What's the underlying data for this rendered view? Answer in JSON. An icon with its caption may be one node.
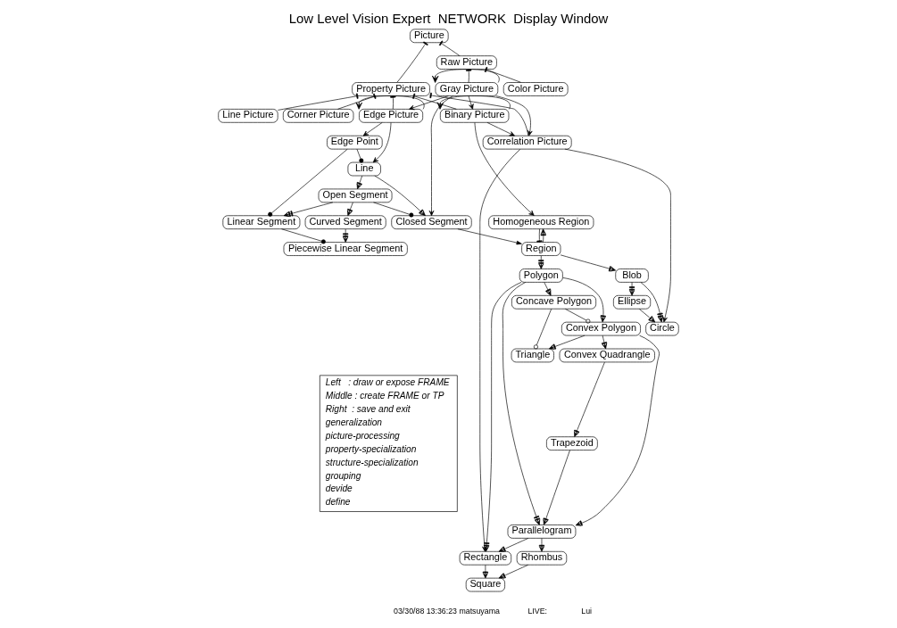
{
  "diagram": {
    "title": "Low Level Vision Expert  NETWORK  Display Window",
    "nodes": [
      {
        "text": [
          "Picture"
        ]
      },
      {
        "text": [
          "Raw Picture"
        ]
      },
      {
        "text": [
          "Property Picture"
        ]
      },
      {
        "text": [
          "Gray Picture"
        ]
      },
      {
        "text": [
          "Color Picture"
        ]
      },
      {
        "text": [
          "Binary Picture"
        ]
      },
      {
        "text": [
          "Correlation Picture"
        ]
      },
      {
        "text": [
          "Edge Picture"
        ]
      },
      {
        "text": [
          "Line Picture"
        ]
      },
      {
        "text": [
          "Corner Picture"
        ]
      },
      {
        "text": [
          "Homogeneous Region"
        ]
      },
      {
        "text": [
          "Edge Point"
        ]
      },
      {
        "text": [
          "Ellipse"
        ]
      },
      {
        "text": [
          "Circle"
        ]
      },
      {
        "text": [
          "Blob"
        ]
      },
      {
        "text": [
          "Region"
        ]
      },
      {
        "text": [
          "Line"
        ]
      },
      {
        "text": [
          "Closed Segment"
        ]
      },
      {
        "text": [
          "Open Segment"
        ]
      },
      {
        "text": [
          "Concave Polygon"
        ]
      },
      {
        "text": [
          "Polygon"
        ]
      },
      {
        "text": [
          "Triangle"
        ]
      },
      {
        "text": [
          "Convex Polygon"
        ]
      },
      {
        "text": [
          "Curved Segment"
        ]
      },
      {
        "text": [
          "Linear Segment"
        ]
      },
      {
        "text": [
          "Rectangle"
        ]
      },
      {
        "text": [
          "Piecewise Linear Segment"
        ]
      },
      {
        "text": [
          "Convex Quadrangle"
        ]
      },
      {
        "text": [
          "Trapezoid"
        ]
      },
      {
        "text": [
          "Parallelogram"
        ]
      },
      {
        "text": [
          "Square"
        ]
      },
      {
        "text": [
          "Rhombus"
        ]
      }
    ],
    "edges": [
      {
        "from": 1,
        "to": 0,
        "arrow": "other"
      },
      {
        "from": 2,
        "to": 0,
        "arrow": "other"
      },
      {
        "from": 3,
        "to": 1,
        "arrow": "other"
      },
      {
        "from": 4,
        "to": 1,
        "arrow": "other"
      },
      {
        "from": 5,
        "to": 2,
        "arrow": "other"
      },
      {
        "from": 6,
        "to": 2,
        "arrow": "other"
      },
      {
        "from": 7,
        "to": 2,
        "arrow": "other"
      },
      {
        "from": 8,
        "to": 2,
        "arrow": "other"
      },
      {
        "from": 9,
        "to": 2,
        "arrow": "other"
      },
      {
        "from": 3,
        "to": 3,
        "arrow": "to"
      },
      {
        "from": 5,
        "to": 5,
        "arrow": "to"
      },
      {
        "from": 7,
        "to": 7,
        "arrow": "to"
      },
      {
        "from": 3,
        "to": 5,
        "arrow": "to"
      },
      {
        "from": 3,
        "to": 6,
        "arrow": "to"
      },
      {
        "from": 5,
        "to": 6,
        "arrow": "to"
      },
      {
        "from": 6,
        "to": 13,
        "arrow": "to"
      },
      {
        "from": 3,
        "to": 7,
        "arrow": "to"
      },
      {
        "from": 3,
        "to": 17,
        "arrow": "to"
      },
      {
        "from": 6,
        "to": 25,
        "arrow": "to"
      },
      {
        "from": 5,
        "to": 10,
        "arrow": "to"
      },
      {
        "from": 7,
        "to": 11,
        "arrow": "to"
      },
      {
        "from": 7,
        "to": 16,
        "arrow": "to"
      },
      {
        "from": 11,
        "to": 16,
        "arrow": "other"
      },
      {
        "from": 11,
        "to": 24,
        "arrow": "other"
      },
      {
        "from": 10,
        "to": 15,
        "arrow": "other"
      },
      {
        "from": 15,
        "to": 10,
        "arrow": "to"
      },
      {
        "from": 15,
        "to": 14,
        "arrow": "to"
      },
      {
        "from": 14,
        "to": 13,
        "arrow": "to"
      },
      {
        "from": 14,
        "to": 12,
        "arrow": "to"
      },
      {
        "from": 12,
        "to": 13,
        "arrow": "to"
      },
      {
        "from": 17,
        "to": 15,
        "arrow": "to"
      },
      {
        "from": 16,
        "to": 17,
        "arrow": "to"
      },
      {
        "from": 16,
        "to": 18,
        "arrow": "to"
      },
      {
        "from": 15,
        "to": 20,
        "arrow": "to"
      },
      {
        "from": 20,
        "to": 19,
        "arrow": "to"
      },
      {
        "from": 20,
        "to": 22,
        "arrow": "to"
      },
      {
        "from": 19,
        "to": 21,
        "arrow": "other"
      },
      {
        "from": 19,
        "to": 22,
        "arrow": "other"
      },
      {
        "from": 22,
        "to": 21,
        "arrow": "to"
      },
      {
        "from": 18,
        "to": 17,
        "arrow": "other"
      },
      {
        "from": 18,
        "to": 23,
        "arrow": "to"
      },
      {
        "from": 18,
        "to": 24,
        "arrow": "to"
      },
      {
        "from": 20,
        "to": 25,
        "arrow": "to"
      },
      {
        "from": 20,
        "to": 29,
        "arrow": "to"
      },
      {
        "from": 22,
        "to": 27,
        "arrow": "to"
      },
      {
        "from": 22,
        "to": 29,
        "arrow": "to"
      },
      {
        "from": 23,
        "to": 26,
        "arrow": "to"
      },
      {
        "from": 24,
        "to": 26,
        "arrow": "other"
      },
      {
        "from": 27,
        "to": 28,
        "arrow": "to"
      },
      {
        "from": 28,
        "to": 29,
        "arrow": "to"
      },
      {
        "from": 29,
        "to": 25,
        "arrow": "to"
      },
      {
        "from": 29,
        "to": 31,
        "arrow": "to"
      },
      {
        "from": 25,
        "to": 30,
        "arrow": "to"
      },
      {
        "from": 31,
        "to": 30,
        "arrow": "to"
      }
    ],
    "labels": [
      "Left   : draw or expose FRAME",
      "Middle : create FRAME or TP",
      "Right  : save and exit",
      "03/30/88 13:36:23 matsuyama",
      "LIVE:",
      "Lui"
    ],
    "legend": [
      {
        "text": "generalization"
      },
      {
        "text": "picture-processing"
      },
      {
        "text": "property-specialization"
      },
      {
        "text": "structure-specialization"
      },
      {
        "text": "grouping"
      },
      {
        "text": "devide"
      },
      {
        "text": "define"
      }
    ]
  }
}
